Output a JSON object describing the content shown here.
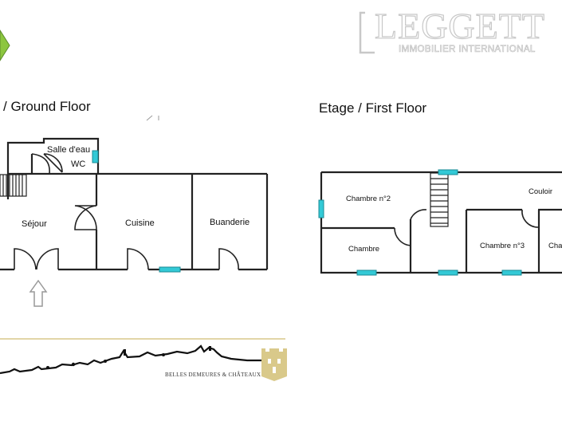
{
  "branding": {
    "logo_text": "LEGGETT",
    "logo_subtext": "IMMOBILIER INTERNATIONAL",
    "footer_tagline": "BELLES DEMEURES & CHÂTEAUX",
    "logo_color": "#c8c8c8",
    "accent_green": "#8cc63f",
    "window_color": "#33c9d6",
    "crest_color": "#d9c98a"
  },
  "floors": {
    "ground": {
      "title": "/ Ground Floor",
      "rooms": {
        "salle_eau": "Salle d'eau",
        "wc": "WC",
        "sejour": "Séjour",
        "cuisine": "Cuisine",
        "buanderie": "Buanderie"
      }
    },
    "first": {
      "title": "Etage / First Floor",
      "rooms": {
        "chambre2": "Chambre n°2",
        "couloir": "Couloir",
        "chambre": "Chambre",
        "chambre3": "Chambre n°3",
        "chambre_cut": "Cha"
      }
    }
  }
}
